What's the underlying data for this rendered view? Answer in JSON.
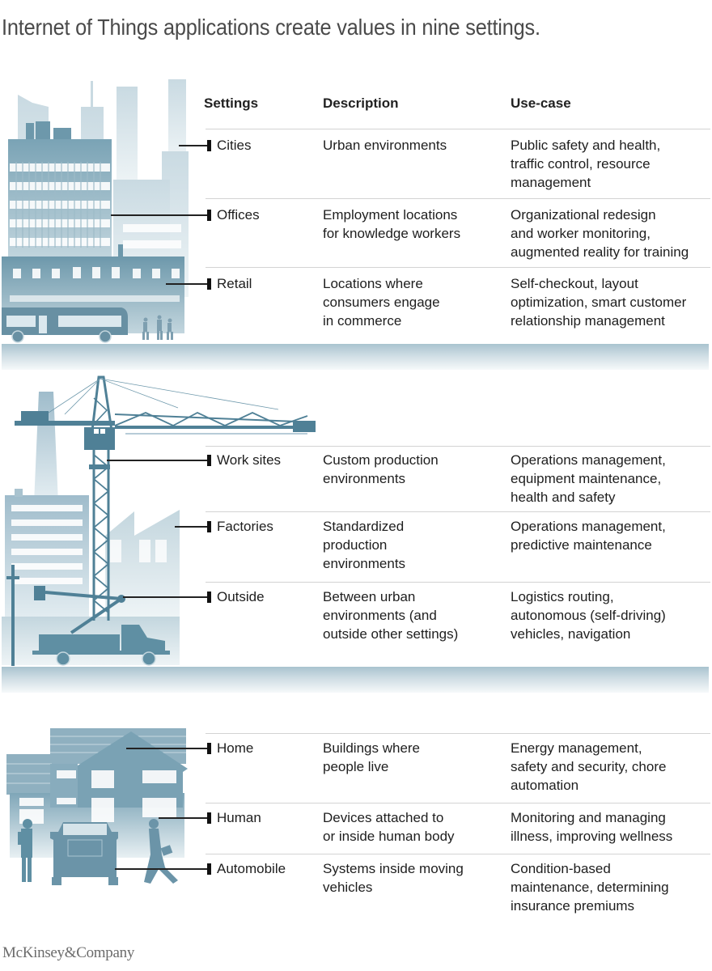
{
  "title": "Internet of Things applications create values in nine settings.",
  "table": {
    "headers": {
      "settings": "Settings",
      "description": "Description",
      "use_case": "Use-case"
    },
    "groups": [
      {
        "illustration": "city-skyline-illustration",
        "rows": [
          {
            "setting": "Cities",
            "description": "Urban environments",
            "use_case": "Public safety and health,\ntraffic control, resource\nmanagement"
          },
          {
            "setting": "Offices",
            "description": "Employment locations\nfor knowledge workers",
            "use_case": "Organizational redesign\nand worker monitoring,\naugmented reality for training"
          },
          {
            "setting": "Retail",
            "description": "Locations where\nconsumers engage\nin commerce",
            "use_case": "Self-checkout, layout\noptimization, smart customer\nrelationship management"
          }
        ]
      },
      {
        "illustration": "industrial-crane-illustration",
        "rows": [
          {
            "setting": "Work sites",
            "description": "Custom production\nenvironments",
            "use_case": "Operations management,\nequipment maintenance,\nhealth and safety"
          },
          {
            "setting": "Factories",
            "description": "Standardized\nproduction\nenvironments",
            "use_case": "Operations management,\npredictive maintenance"
          },
          {
            "setting": "Outside",
            "description": "Between urban\nenvironments (and\noutside other settings)",
            "use_case": "Logistics routing,\nautonomous (self-driving)\nvehicles, navigation"
          }
        ]
      },
      {
        "illustration": "home-people-car-illustration",
        "rows": [
          {
            "setting": "Home",
            "description": "Buildings where\npeople live",
            "use_case": "Energy management,\nsafety and security, chore\nautomation"
          },
          {
            "setting": "Human",
            "description": "Devices attached to\nor inside human body",
            "use_case": "Monitoring and managing\nillness, improving wellness"
          },
          {
            "setting": "Automobile",
            "description": "Systems inside moving\nvehicles",
            "use_case": "Condition-based\nmaintenance, determining\ninsurance premiums"
          }
        ]
      }
    ]
  },
  "footer": {
    "logo": "McKinsey&Company"
  },
  "colors": {
    "illustration_dark": "#5f8fa3",
    "illustration_light": "#c9dbe3",
    "separator": "#d3d3d3",
    "title": "#4a4a4a"
  }
}
